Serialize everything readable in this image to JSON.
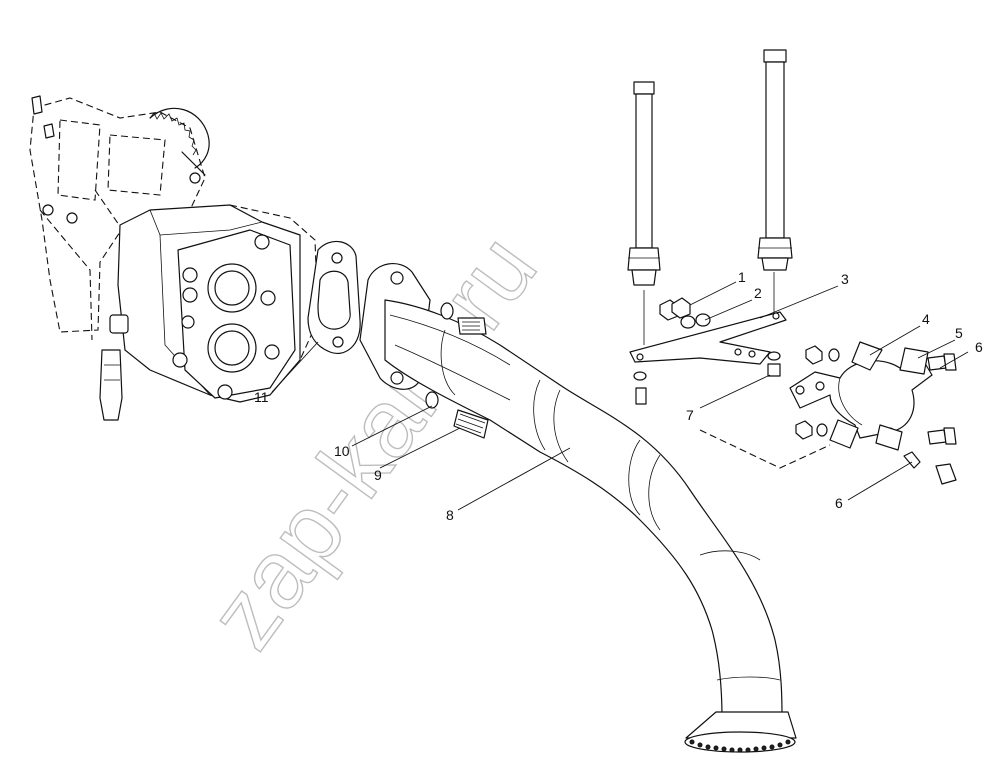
{
  "watermark": "zap-kam.ru",
  "callouts": [
    "1",
    "2",
    "3",
    "4",
    "5",
    "6",
    "6",
    "7",
    "8",
    "9",
    "10",
    "11"
  ]
}
